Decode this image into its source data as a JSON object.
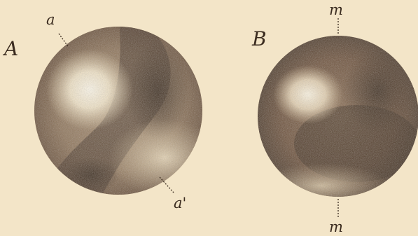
{
  "figures": [
    {
      "figure_label": "A",
      "annotations": [
        "a",
        "a'"
      ]
    },
    {
      "figure_label": "B",
      "annotations": [
        "m",
        "m"
      ]
    }
  ],
  "colors": {
    "paper": "#f3e5c8",
    "ink": "#3a2b1f",
    "dark_band": "#3f2e20",
    "mid_tone": "#7a5d44",
    "light_spot": "#fff7e4"
  }
}
